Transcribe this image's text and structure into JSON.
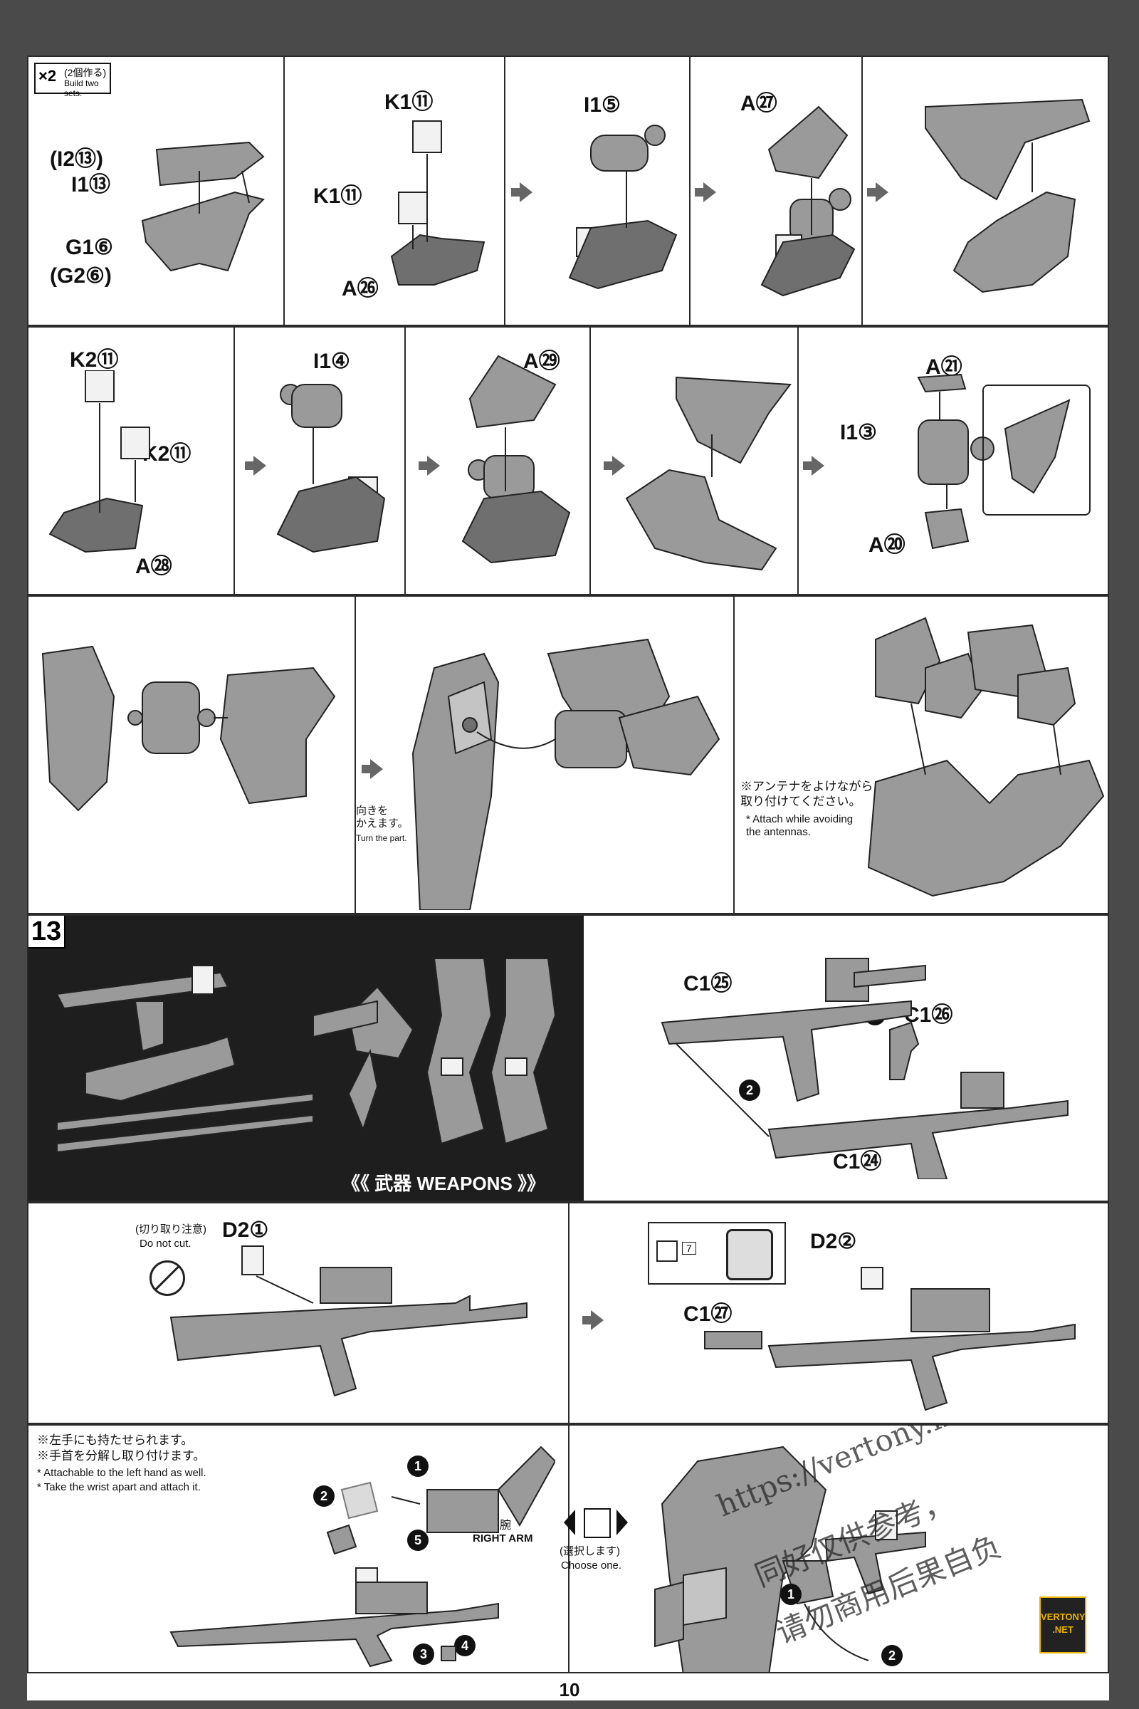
{
  "row1": {
    "badge": {
      "multiplier": "×2",
      "jp": "(2個作る)",
      "en": "Build two sets."
    },
    "labels": {
      "i2_13": "(I2⑬)",
      "i1_13": "I1⑬",
      "g1_6": "G1⑥",
      "g2_6": "(G2⑥)",
      "k1_11a": "K1⑪",
      "k1_11b": "K1⑪",
      "a26": "A㉖",
      "i1_5": "I1⑤",
      "a27": "A㉗"
    }
  },
  "row2": {
    "labels": {
      "k2_11a": "K2⑪",
      "k2_11b": "K2⑪",
      "a28": "A㉘",
      "i1_4": "I1④",
      "a29": "A㉙",
      "a21": "A㉑",
      "i1_3": "I1③",
      "a20": "A⑳"
    }
  },
  "row3": {
    "turn_jp": "向きを\nかえます。",
    "turn_en": "Turn the part.",
    "antenna_jp": "※アンテナをよけながら\n取り付けてください。",
    "antenna_en": "* Attach while avoiding\nthe antennas."
  },
  "step13": {
    "number": "13",
    "weapons_title": "《《 武器 WEAPONS 》》",
    "labels": {
      "c1_25": "C1㉕",
      "c1_26": "C1㉖",
      "c1_24": "C1㉔",
      "step1": "1",
      "step2": "2"
    }
  },
  "row5": {
    "caution_jp": "(切り取り注意)",
    "caution_en": "Do not cut.",
    "d2_1": "D2①",
    "d2_2": "D2②",
    "c1_27": "C1㉗",
    "seal_no": "7"
  },
  "row6": {
    "note_jp1": "※左手にも持たせられます。",
    "note_jp2": "※手首を分解し取り付けます。",
    "note_en1": "* Attachable to the left hand as well.",
    "note_en2": "* Take the wrist apart and attach it.",
    "right_arm_jp": "右腕",
    "right_arm_en": "RIGHT ARM",
    "choose_jp": "(選択します)",
    "choose_en": "Choose one.",
    "steps": [
      "1",
      "2",
      "3",
      "4",
      "5"
    ],
    "watermark1": "https://vertony.net/",
    "watermark2": "同好仅供参考，",
    "watermark3": "请勿商用后果自负",
    "logo": "VERTONY .NET"
  },
  "page_number": "10",
  "colors": {
    "border": "#2a2a2a",
    "part": "#9a9a9a",
    "dark_panel": "#1e1e1e"
  }
}
